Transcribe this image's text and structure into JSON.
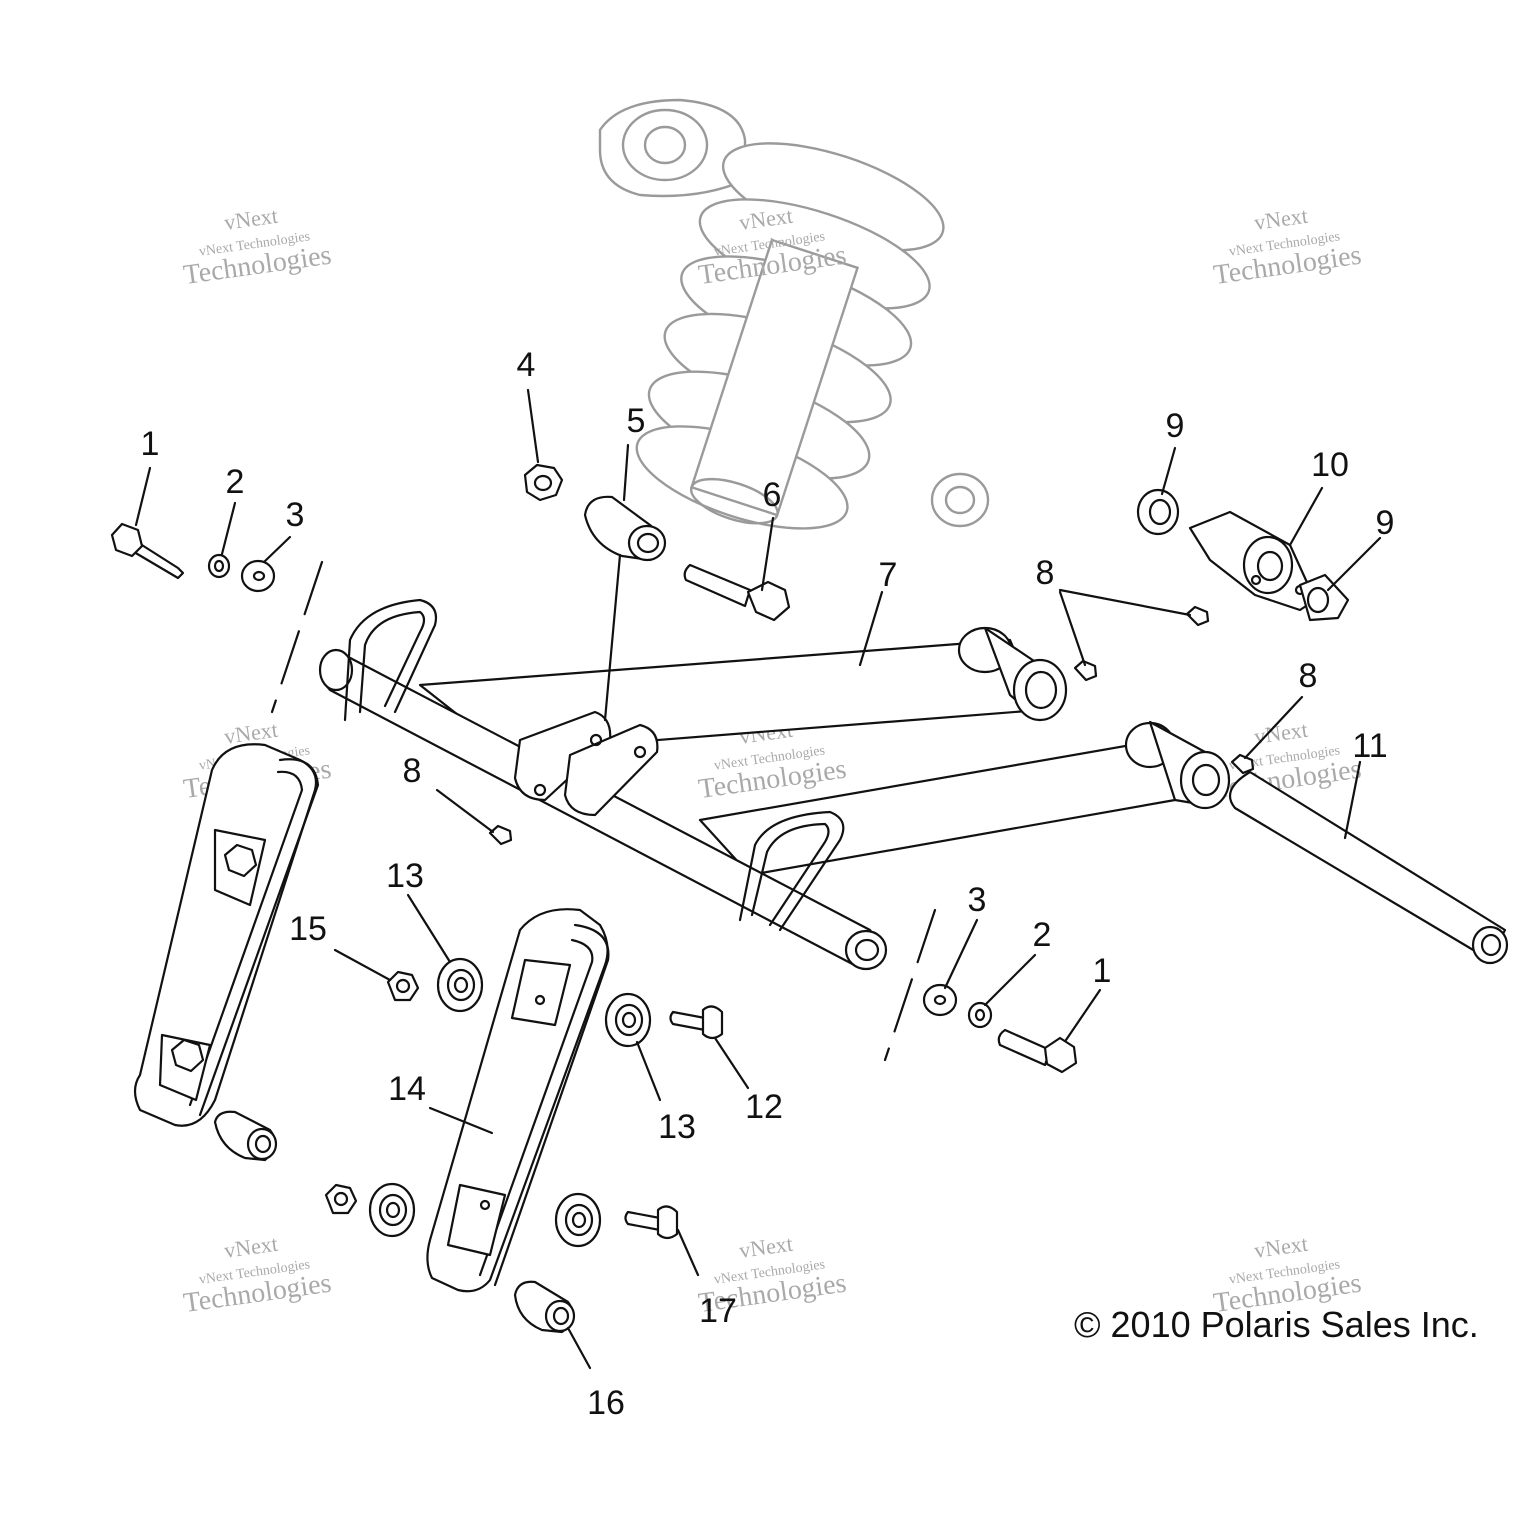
{
  "diagram": {
    "callouts": {
      "c1a": "1",
      "c2a": "2",
      "c3a": "3",
      "c4": "4",
      "c5": "5",
      "c6": "6",
      "c7": "7",
      "c8a": "8",
      "c8b": "8",
      "c8c": "8",
      "c9a": "9",
      "c9b": "9",
      "c10": "10",
      "c11": "11",
      "c3b": "3",
      "c2b": "2",
      "c1b": "1",
      "c13a": "13",
      "c13b": "13",
      "c15": "15",
      "c14": "14",
      "c12": "12",
      "c17": "17",
      "c16": "16"
    },
    "copyright": "© 2010 Polaris Sales Inc.",
    "watermark": {
      "line1": "vNext",
      "line2": "vNext Technologies",
      "line3": "Technologies"
    },
    "colors": {
      "ink": "#111111",
      "shock_gray": "#9a9a9a",
      "watermark": "#a9a9a9"
    }
  }
}
